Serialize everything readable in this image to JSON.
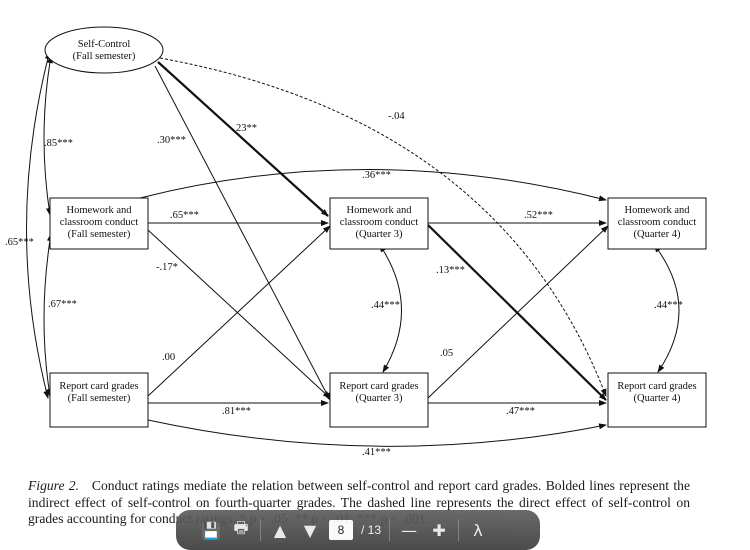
{
  "diagram": {
    "nodes": {
      "self_control": [
        "Self-Control",
        "(Fall semester)"
      ],
      "hw_fall": [
        "Homework and",
        "classroom conduct",
        "(Fall semester)"
      ],
      "hw_q3": [
        "Homework and",
        "classroom conduct",
        "(Quarter 3)"
      ],
      "hw_q4": [
        "Homework and",
        "classroom conduct",
        "(Quarter 4)"
      ],
      "rc_fall": [
        "Report card grades",
        "(Fall semester)"
      ],
      "rc_q3": [
        "Report card grades",
        "(Quarter 3)"
      ],
      "rc_q4": [
        "Report card grades",
        "(Quarter 4)"
      ]
    },
    "paths": {
      "sc_to_hwq3": "23**",
      "sc_to_rcq3": ".30***",
      "sc_to_rcq4": "-.04",
      "sc_hwfall": ".85***",
      "sc_rcfall": ".65***",
      "hwfall_rcfall": ".67***",
      "hwfall_hwq3": ".65***",
      "hwfall_hwq4": ".36***",
      "hwfall_rcq3": "-.17*",
      "rcfall_hwq3": ".00",
      "rcfall_rcq3": ".81***",
      "rcfall_rcq4": ".41***",
      "hwq3_hwq4": ".52***",
      "hwq3_rcq4": ".13***",
      "hwq3_rcq3": ".44***",
      "rcq3_hwq4": ".05",
      "rcq3_rcq4": ".47***",
      "hwq4_rcq4": ".44***"
    }
  },
  "caption": {
    "figure_label": "Figure 2.",
    "text": "Conduct ratings mediate the relation between self-control and report card grades. Bolded lines represent the indirect effect of self-control on fourth-quarter grades. The dashed line represents the direct effect of self-control on grades accounting for conduct ratings. * p < .05. ** p < .01. *** p < .001."
  },
  "toolbar": {
    "page_current": "8",
    "page_total": "/ 13",
    "icons": [
      "save-icon",
      "print-icon",
      "arrow-up-icon",
      "arrow-down-icon",
      "zoom-out-icon",
      "zoom-in-icon",
      "acrobat-icon"
    ]
  }
}
